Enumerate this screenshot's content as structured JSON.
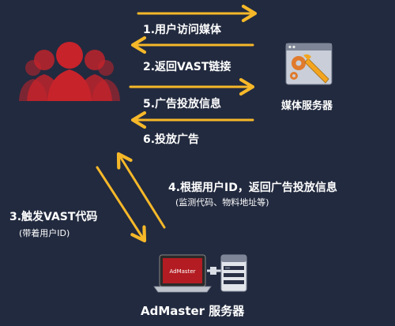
{
  "diagram": {
    "steps": {
      "step1": "1.用户访问媒体",
      "step2": "2.返回VAST链接",
      "step5": "5.广告投放信息",
      "step6": "6.投放广告",
      "step3": "3.触发VAST代码",
      "step3_note": "(带着用户ID)",
      "step4": "4.根据用户ID，返回广告投放信息",
      "step4_note": "(监测代码、物料地址等)"
    },
    "media_server_label": "媒体服务器",
    "admaster_server_label": "AdMaster 服务器",
    "laptop_screen_text": "AdMaster"
  },
  "colors": {
    "background": "#222a3f",
    "arrow": "#f6b829",
    "users": "#c7232b",
    "text": "#ffffff"
  }
}
